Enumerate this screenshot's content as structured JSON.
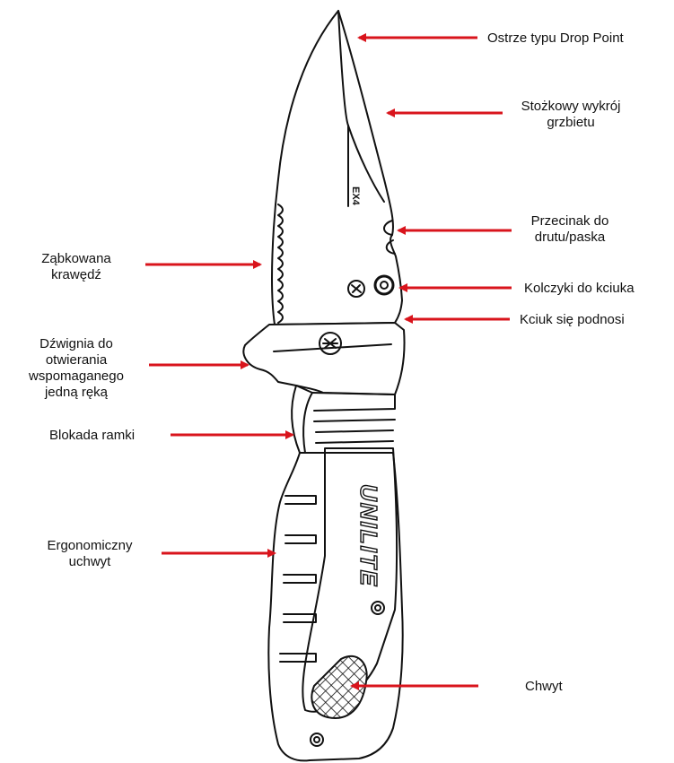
{
  "diagram": {
    "brand_text": "UNILITE",
    "blade_mark": "EX4",
    "labels": {
      "drop_point": "Ostrze typu Drop Point",
      "tapered_spine": [
        "Stożkowy wykrój",
        "grzbietu"
      ],
      "wire_cutter": [
        "Przecinak do",
        "drutu/paska"
      ],
      "thumb_stud": "Kolczyki do kciuka",
      "thumb_rise": "Kciuk się podnosi",
      "serrated_edge": [
        "Ząbkowana",
        "krawędź"
      ],
      "flipper": [
        "Dźwignia do",
        "otwierania",
        "wspomaganego",
        "jedną ręką"
      ],
      "frame_lock": "Blokada ramki",
      "ergonomic_handle": [
        "Ergonomiczny",
        "uchwyt"
      ],
      "grip": "Chwyt"
    }
  },
  "colors": {
    "arrow": "#d9141c",
    "outline": "#111111",
    "background": "#ffffff"
  }
}
